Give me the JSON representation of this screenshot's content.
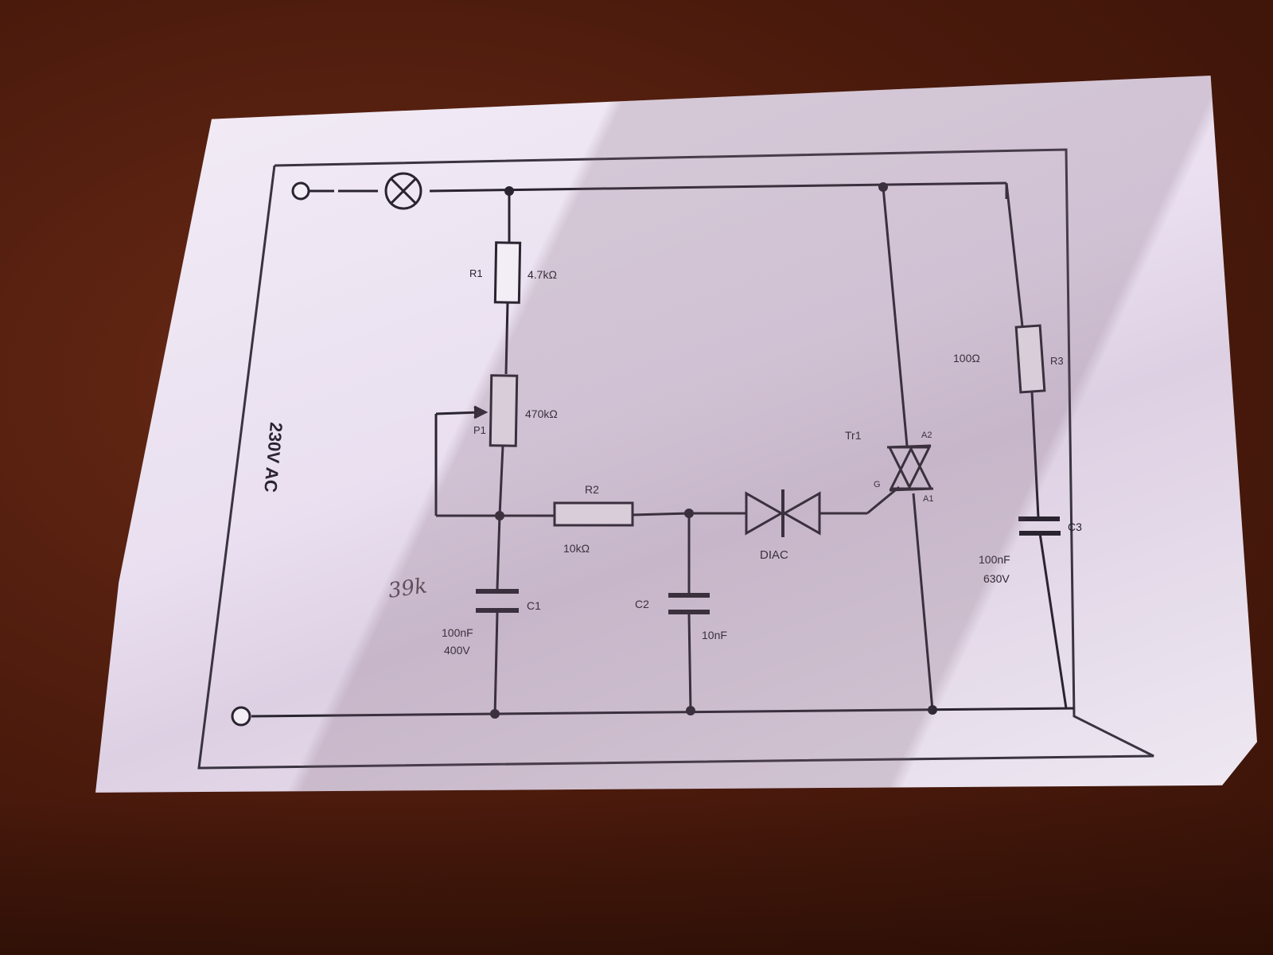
{
  "supply_label": "230V AC",
  "handwritten_note": "39k",
  "components": {
    "r1": {
      "ref": "R1",
      "value": "4.7kΩ"
    },
    "p1": {
      "ref": "P1",
      "value": "470kΩ"
    },
    "r2": {
      "ref": "R2",
      "value": "10kΩ"
    },
    "r3": {
      "ref": "R3",
      "value": "100Ω"
    },
    "c1": {
      "ref": "C1",
      "value": "100nF",
      "voltage": "400V"
    },
    "c2": {
      "ref": "C2",
      "value": "10nF"
    },
    "c3": {
      "ref": "C3",
      "value": "100nF",
      "voltage": "630V"
    },
    "diac": {
      "ref": "DIAC"
    },
    "triac": {
      "ref": "Tr1",
      "mt2": "A2",
      "mt1": "A1",
      "gate": "G"
    }
  }
}
